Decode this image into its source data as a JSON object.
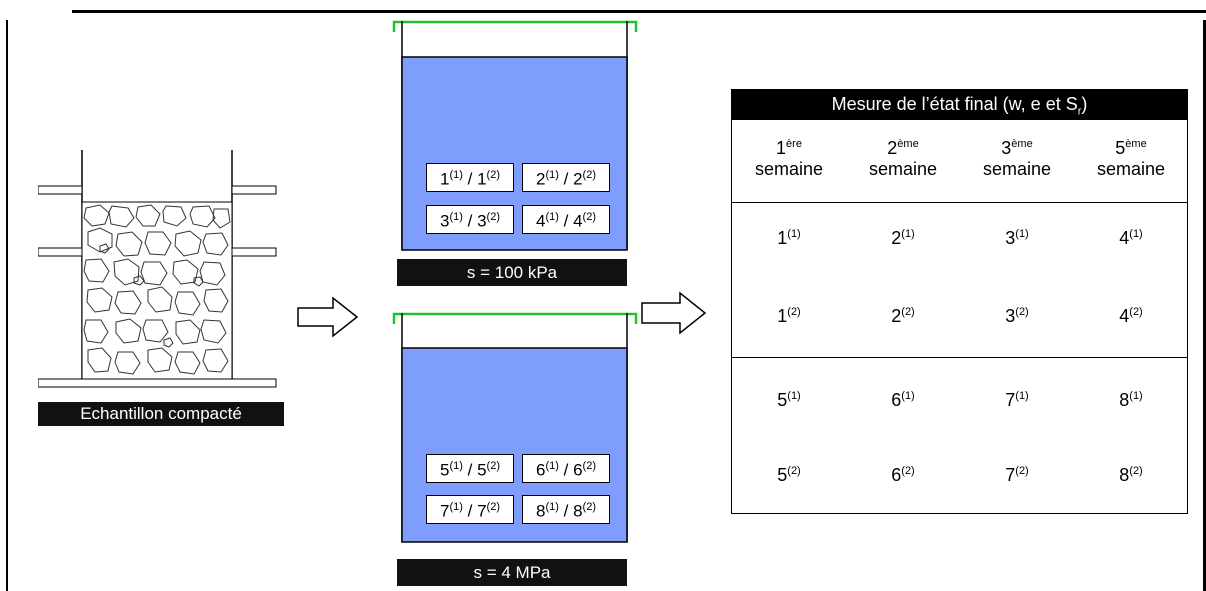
{
  "specimen": {
    "label": "Echantillon compacté"
  },
  "tanks": [
    {
      "caption": "s = 100 kPa",
      "samples": [
        {
          "a": "1",
          "b": "1"
        },
        {
          "a": "2",
          "b": "2"
        },
        {
          "a": "3",
          "b": "3"
        },
        {
          "a": "4",
          "b": "4"
        }
      ]
    },
    {
      "caption": "s = 4 MPa",
      "samples": [
        {
          "a": "5",
          "b": "5"
        },
        {
          "a": "6",
          "b": "6"
        },
        {
          "a": "7",
          "b": "7"
        },
        {
          "a": "8",
          "b": "8"
        }
      ]
    }
  ],
  "superscripts": {
    "first": "(1)",
    "second": "(2)"
  },
  "table": {
    "title_main": "Mesure de l’état final (w, e et S",
    "title_sub": "r",
    "title_end": ")",
    "columns": [
      {
        "num": "1",
        "sup": "ère",
        "word": "semaine"
      },
      {
        "num": "2",
        "sup": "ème",
        "word": "semaine"
      },
      {
        "num": "3",
        "sup": "ème",
        "word": "semaine"
      },
      {
        "num": "5",
        "sup": "ème",
        "word": "semaine"
      }
    ],
    "rows": [
      [
        {
          "n": "1",
          "s": "(1)"
        },
        {
          "n": "2",
          "s": "(1)"
        },
        {
          "n": "3",
          "s": "(1)"
        },
        {
          "n": "4",
          "s": "(1)"
        }
      ],
      [
        {
          "n": "1",
          "s": "(2)"
        },
        {
          "n": "2",
          "s": "(2)"
        },
        {
          "n": "3",
          "s": "(2)"
        },
        {
          "n": "4",
          "s": "(2)"
        }
      ],
      [
        {
          "n": "5",
          "s": "(1)"
        },
        {
          "n": "6",
          "s": "(1)"
        },
        {
          "n": "7",
          "s": "(1)"
        },
        {
          "n": "8",
          "s": "(1)"
        }
      ],
      [
        {
          "n": "5",
          "s": "(2)"
        },
        {
          "n": "6",
          "s": "(2)"
        },
        {
          "n": "7",
          "s": "(2)"
        },
        {
          "n": "8",
          "s": "(2)"
        }
      ]
    ]
  },
  "colors": {
    "water": "#7f9dfc",
    "lid": "#22c22e",
    "caption_bg": "#111111"
  }
}
